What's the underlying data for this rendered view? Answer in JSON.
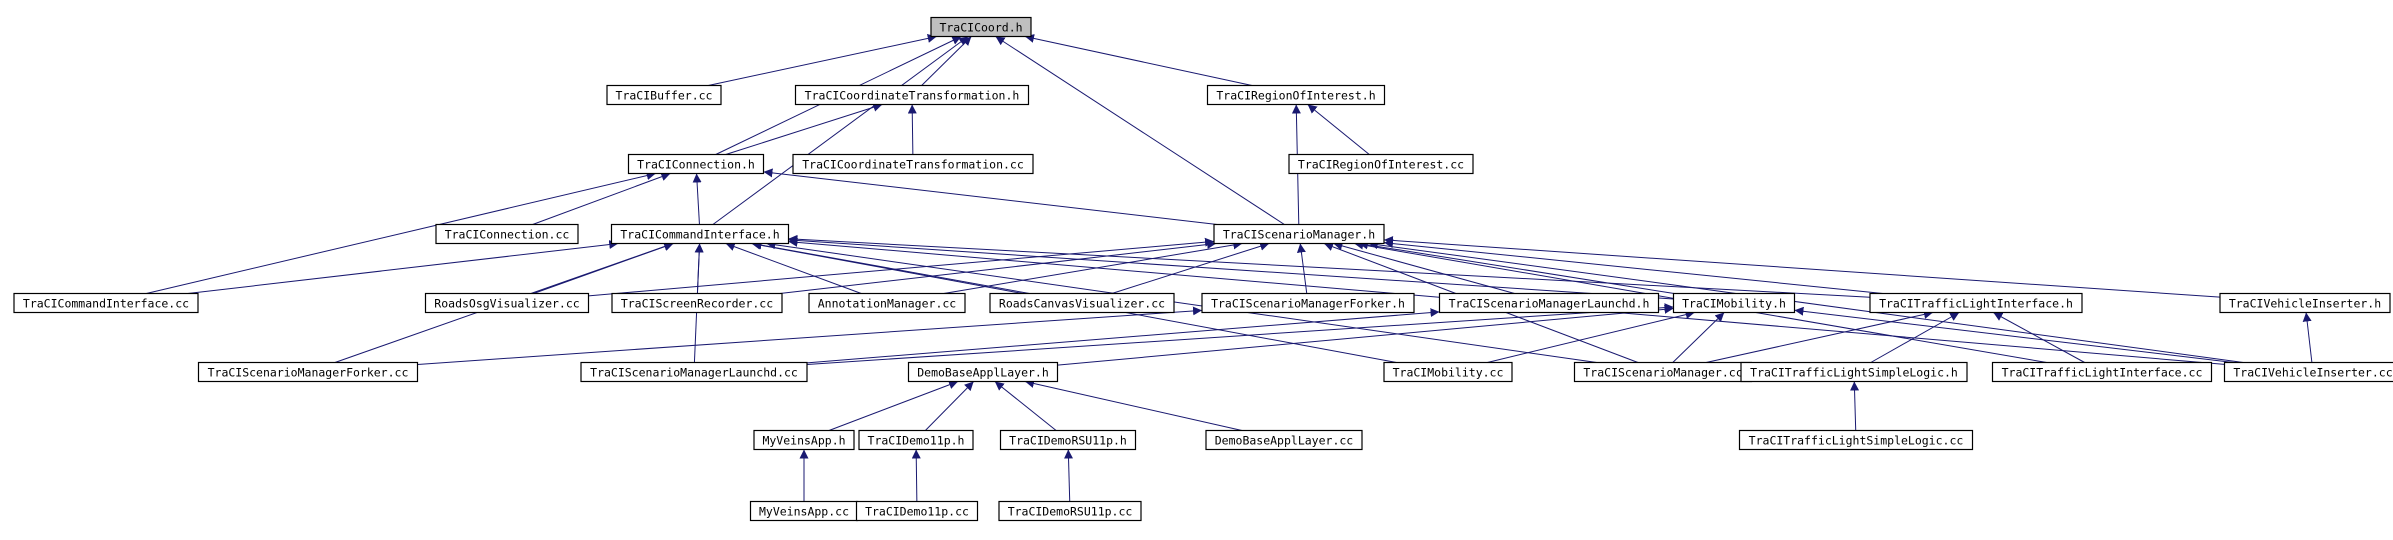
{
  "graph": {
    "colors": {
      "edge": "#191970",
      "node_border": "#000000",
      "root_fill": "#bfbfbf",
      "node_fill": "#ffffff"
    },
    "nodes": [
      {
        "id": "coord_h",
        "label": "TraCICoord.h",
        "root": true
      },
      {
        "id": "buffer_cc",
        "label": "TraCIBuffer.cc"
      },
      {
        "id": "ct_h",
        "label": "TraCICoordinateTransformation.h"
      },
      {
        "id": "roi_h",
        "label": "TraCIRegionOfInterest.h"
      },
      {
        "id": "conn_h",
        "label": "TraCIConnection.h"
      },
      {
        "id": "ct_cc",
        "label": "TraCICoordinateTransformation.cc"
      },
      {
        "id": "roi_cc",
        "label": "TraCIRegionOfInterest.cc"
      },
      {
        "id": "conn_cc",
        "label": "TraCIConnection.cc"
      },
      {
        "id": "ci_h",
        "label": "TraCICommandInterface.h"
      },
      {
        "id": "sm_h",
        "label": "TraCIScenarioManager.h"
      },
      {
        "id": "ci_cc",
        "label": "TraCICommandInterface.cc"
      },
      {
        "id": "rosg",
        "label": "RoadsOsgVisualizer.cc"
      },
      {
        "id": "scr",
        "label": "TraCIScreenRecorder.cc"
      },
      {
        "id": "ann",
        "label": "AnnotationManager.cc"
      },
      {
        "id": "rcv",
        "label": "RoadsCanvasVisualizer.cc"
      },
      {
        "id": "smf_h",
        "label": "TraCIScenarioManagerForker.h"
      },
      {
        "id": "sml_h",
        "label": "TraCIScenarioManagerLaunchd.h"
      },
      {
        "id": "mob_h",
        "label": "TraCIMobility.h"
      },
      {
        "id": "tli_h",
        "label": "TraCITrafficLightInterface.h"
      },
      {
        "id": "vi_h",
        "label": "TraCIVehicleInserter.h"
      },
      {
        "id": "smf_cc",
        "label": "TraCIScenarioManagerForker.cc"
      },
      {
        "id": "sml_cc",
        "label": "TraCIScenarioManagerLaunchd.cc"
      },
      {
        "id": "dbal_h",
        "label": "DemoBaseApplLayer.h"
      },
      {
        "id": "mob_cc",
        "label": "TraCIMobility.cc"
      },
      {
        "id": "sm_cc",
        "label": "TraCIScenarioManager.cc"
      },
      {
        "id": "tlsl_h",
        "label": "TraCITrafficLightSimpleLogic.h"
      },
      {
        "id": "tli_cc",
        "label": "TraCITrafficLightInterface.cc"
      },
      {
        "id": "vi_cc",
        "label": "TraCIVehicleInserter.cc"
      },
      {
        "id": "mva_h",
        "label": "MyVeinsApp.h"
      },
      {
        "id": "d11_h",
        "label": "TraCIDemo11p.h"
      },
      {
        "id": "rsu_h",
        "label": "TraCIDemoRSU11p.h"
      },
      {
        "id": "dbal_cc",
        "label": "DemoBaseApplLayer.cc"
      },
      {
        "id": "tlsl_cc",
        "label": "TraCITrafficLightSimpleLogic.cc"
      },
      {
        "id": "mva_cc",
        "label": "MyVeinsApp.cc"
      },
      {
        "id": "d11_cc",
        "label": "TraCIDemo11p.cc"
      },
      {
        "id": "rsu_cc",
        "label": "TraCIDemoRSU11p.cc"
      }
    ],
    "edges": [
      [
        "buffer_cc",
        "coord_h"
      ],
      [
        "ct_h",
        "coord_h"
      ],
      [
        "roi_h",
        "coord_h"
      ],
      [
        "conn_h",
        "coord_h"
      ],
      [
        "ci_h",
        "coord_h"
      ],
      [
        "sm_h",
        "coord_h"
      ],
      [
        "conn_h",
        "ct_h"
      ],
      [
        "ct_cc",
        "ct_h"
      ],
      [
        "roi_cc",
        "roi_h"
      ],
      [
        "sm_h",
        "roi_h"
      ],
      [
        "conn_cc",
        "conn_h"
      ],
      [
        "ci_h",
        "conn_h"
      ],
      [
        "ci_cc",
        "conn_h"
      ],
      [
        "sm_h",
        "conn_h"
      ],
      [
        "ci_cc",
        "ci_h"
      ],
      [
        "rosg",
        "ci_h"
      ],
      [
        "scr",
        "ci_h"
      ],
      [
        "ann",
        "ci_h"
      ],
      [
        "rcv",
        "ci_h"
      ],
      [
        "mob_h",
        "ci_h"
      ],
      [
        "tli_h",
        "ci_h"
      ],
      [
        "vi_cc",
        "ci_h"
      ],
      [
        "smf_cc",
        "ci_h"
      ],
      [
        "sml_cc",
        "ci_h"
      ],
      [
        "sm_cc",
        "ci_h"
      ],
      [
        "mob_cc",
        "ci_h"
      ],
      [
        "smf_h",
        "sm_h"
      ],
      [
        "sml_h",
        "sm_h"
      ],
      [
        "mob_h",
        "sm_h"
      ],
      [
        "tli_h",
        "sm_h"
      ],
      [
        "vi_h",
        "sm_h"
      ],
      [
        "vi_cc",
        "sm_h"
      ],
      [
        "rosg",
        "sm_h"
      ],
      [
        "scr",
        "sm_h"
      ],
      [
        "ann",
        "sm_h"
      ],
      [
        "rcv",
        "sm_h"
      ],
      [
        "sm_cc",
        "sm_h"
      ],
      [
        "tli_cc",
        "sm_h"
      ],
      [
        "smf_cc",
        "smf_h"
      ],
      [
        "sml_cc",
        "sml_h"
      ],
      [
        "dbal_h",
        "mob_h"
      ],
      [
        "mob_cc",
        "mob_h"
      ],
      [
        "sm_cc",
        "mob_h"
      ],
      [
        "sml_cc",
        "mob_h"
      ],
      [
        "vi_cc",
        "mob_h"
      ],
      [
        "tlsl_h",
        "tli_h"
      ],
      [
        "tli_cc",
        "tli_h"
      ],
      [
        "sm_cc",
        "tli_h"
      ],
      [
        "vi_cc",
        "vi_h"
      ],
      [
        "mva_h",
        "dbal_h"
      ],
      [
        "d11_h",
        "dbal_h"
      ],
      [
        "rsu_h",
        "dbal_h"
      ],
      [
        "dbal_cc",
        "dbal_h"
      ],
      [
        "tlsl_cc",
        "tlsl_h"
      ],
      [
        "mva_cc",
        "mva_h"
      ],
      [
        "d11_cc",
        "d11_h"
      ],
      [
        "rsu_cc",
        "rsu_h"
      ]
    ]
  }
}
